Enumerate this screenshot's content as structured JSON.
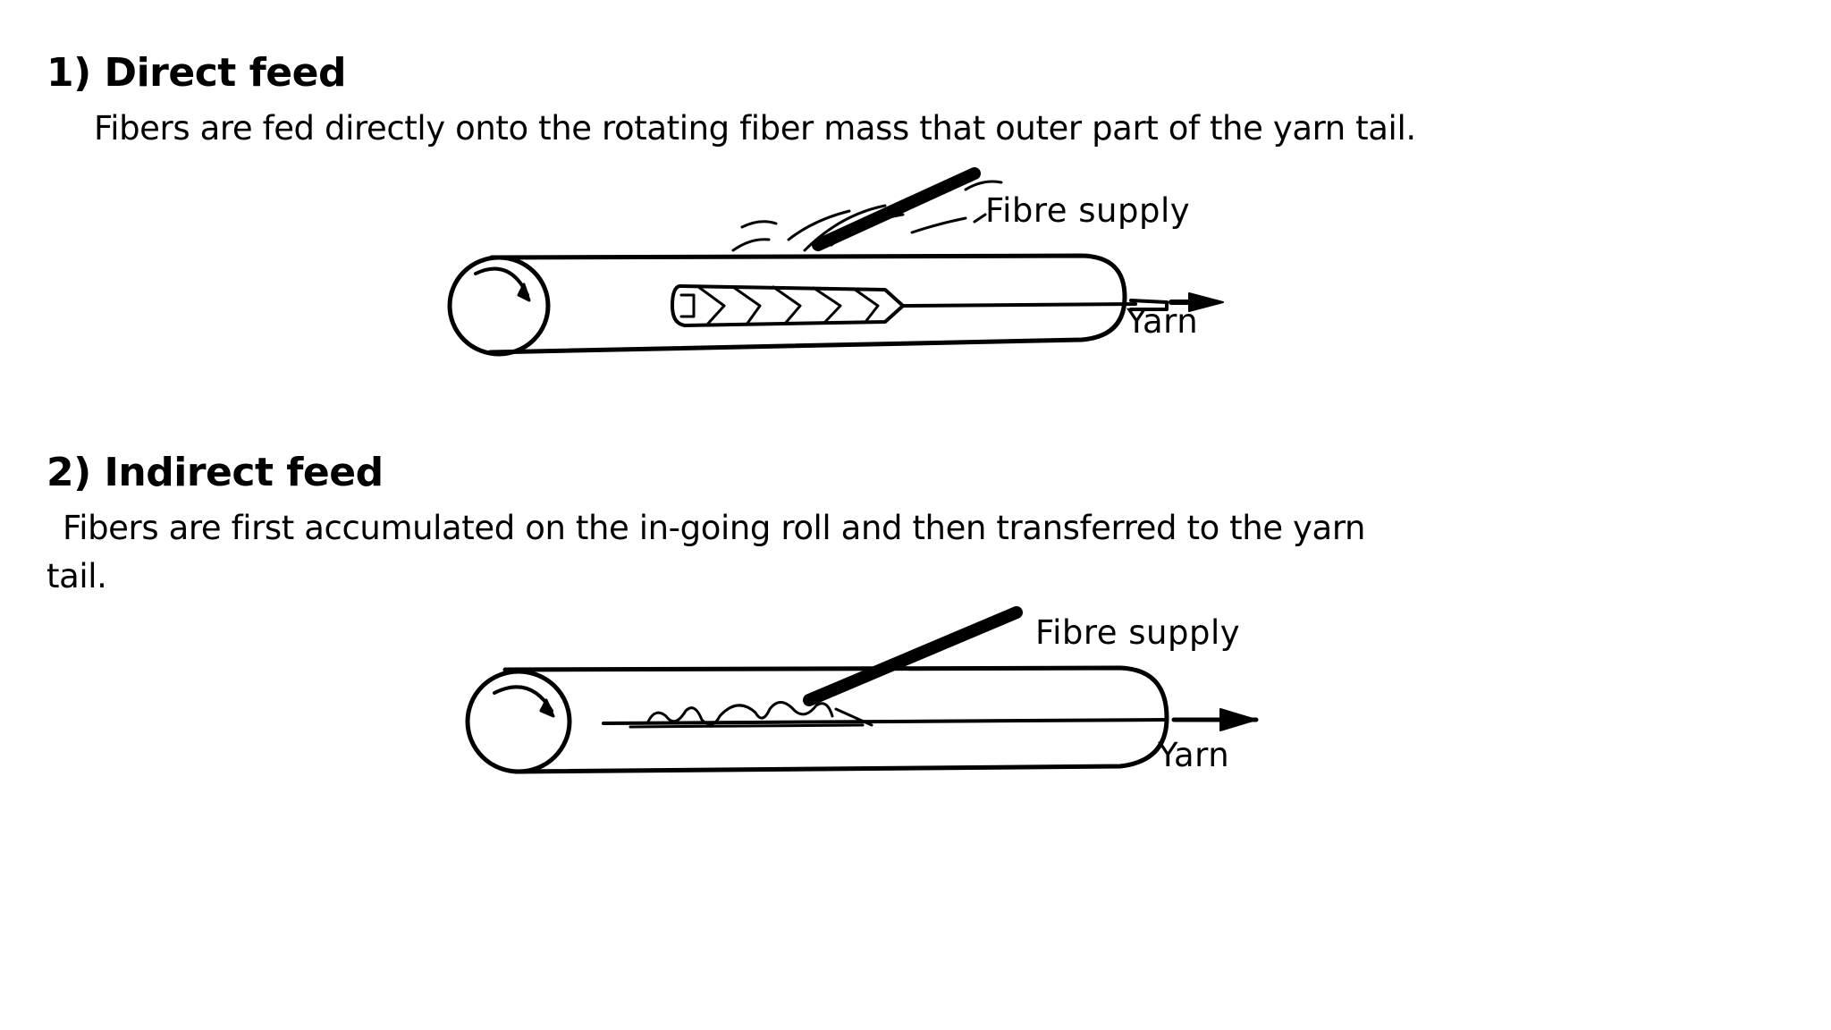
{
  "sections": [
    {
      "heading": "1) Direct feed",
      "description": "Fibers are fed directly onto the rotating fiber mass that outer part of the yarn tail.",
      "diagram": {
        "fibre_label": "Fibre supply",
        "yarn_label": "Yarn"
      }
    },
    {
      "heading": "2) Indirect feed",
      "description": "Fibers are first accumulated on the in-going roll and then transferred to the yarn tail.",
      "diagram": {
        "fibre_label": "Fibre supply",
        "yarn_label": "Yarn"
      }
    }
  ]
}
